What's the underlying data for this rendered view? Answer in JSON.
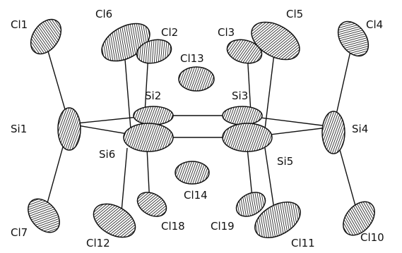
{
  "atoms": {
    "Si1": "Si1",
    "Si2": "Si2",
    "Si3": "Si3",
    "Si4": "Si4",
    "Si5": "Si5",
    "Si6": "Si6",
    "Cl1": "Cl1",
    "Cl2": "Cl2",
    "Cl3": "Cl3",
    "Cl4": "Cl4",
    "Cl5": "Cl5",
    "Cl6": "Cl6",
    "Cl7": "Cl7",
    "Cl10": "Cl10",
    "Cl11": "Cl11",
    "Cl12": "Cl12",
    "Cl13": "Cl13",
    "Cl14": "Cl14",
    "Cl18": "Cl18",
    "Cl19": "Cl19"
  }
}
